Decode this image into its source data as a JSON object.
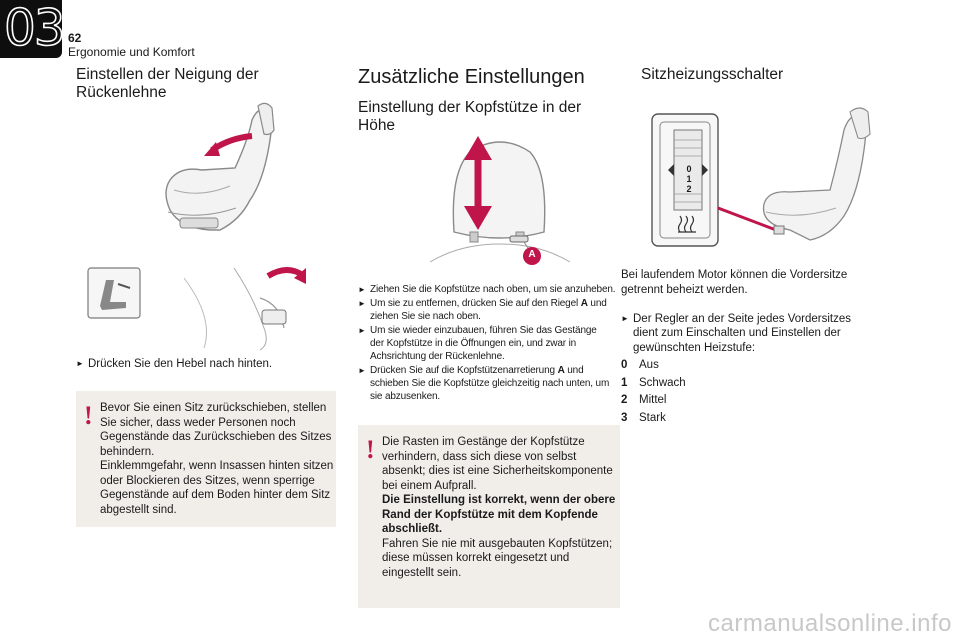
{
  "header": {
    "chapter_number": "03",
    "page_number": "62",
    "chapter_title": "Ergonomie und Komfort"
  },
  "col1": {
    "heading": [
      "Einstellen der Neigung der",
      "Rückenlehne"
    ],
    "bullet": "Drücken Sie den Hebel nach hinten.",
    "warning_lines": [
      "Bevor Sie einen Sitz zurückschieben, stellen",
      "Sie sicher, dass weder Personen noch",
      "Gegenstände das Zurückschieben des Sitzes",
      "behindern.",
      "Einklemmgefahr, wenn Insassen hinten sitzen",
      "oder Blockieren des Sitzes, wenn sperrige",
      "Gegenstände auf dem Boden hinter dem Sitz",
      "abgestellt sind."
    ]
  },
  "col2": {
    "main_heading": "Zusätzliche Einstellungen",
    "sub_heading": [
      "Einstellung der Kopfstütze in der",
      "Höhe"
    ],
    "callout_label": "A",
    "bullets": [
      [
        "Ziehen Sie die Kopfstütze nach oben, um sie anzuheben."
      ],
      [
        "Um sie zu entfernen, drücken Sie auf den Riegel ",
        "A",
        " und",
        "ziehen Sie sie nach oben."
      ],
      [
        "Um sie wieder einzubauen, führen Sie das Gestänge",
        "der Kopfstütze in die Öffnungen ein, und zwar in",
        "Achsrichtung der Rückenlehne."
      ],
      [
        "Drücken Sie auf die Kopfstützenarretierung ",
        "A",
        " und",
        "schieben Sie die Kopfstütze gleichzeitig nach unten, um",
        "sie abzusenken."
      ]
    ],
    "warning_lines": [
      "Die Rasten im Gestänge der Kopfstütze",
      "verhindern, dass sich diese von selbst",
      "absenkt; dies ist eine Sicherheitskomponente",
      "bei einem Aufprall."
    ],
    "warning_bold_lines": [
      "Die Einstellung ist korrekt, wenn der obere",
      "Rand der Kopfstütze mit dem Kopfende",
      "abschließt."
    ],
    "warning_tail_lines": [
      "Fahren Sie nie mit ausgebauten Kopfstützen;",
      "diese müssen korrekt eingesetzt und",
      "eingestellt sein."
    ]
  },
  "col3": {
    "heading": "Sitzheizungsschalter",
    "dial_labels": [
      "0",
      "1",
      "2"
    ],
    "intro_lines": [
      "Bei laufendem Motor können die Vordersitze",
      "getrennt beheizt werden."
    ],
    "bullet_lines": [
      "Der Regler an der Seite jedes Vordersitzes",
      "dient zum Einschalten und Einstellen der",
      "gewünschten Heizstufe:"
    ],
    "levels": [
      {
        "num": "0",
        "label": "Aus"
      },
      {
        "num": "1",
        "label": "Schwach"
      },
      {
        "num": "2",
        "label": "Mittel"
      },
      {
        "num": "3",
        "label": "Stark"
      }
    ]
  },
  "watermark": "carmanualsonline.info",
  "colors": {
    "accent": "#c0154b",
    "box_bg": "#f1eeea",
    "chapter_bg": "#0e0e0e"
  },
  "icons": {
    "bullet": "arrow-bullet-icon",
    "warning": "exclamation-icon"
  }
}
